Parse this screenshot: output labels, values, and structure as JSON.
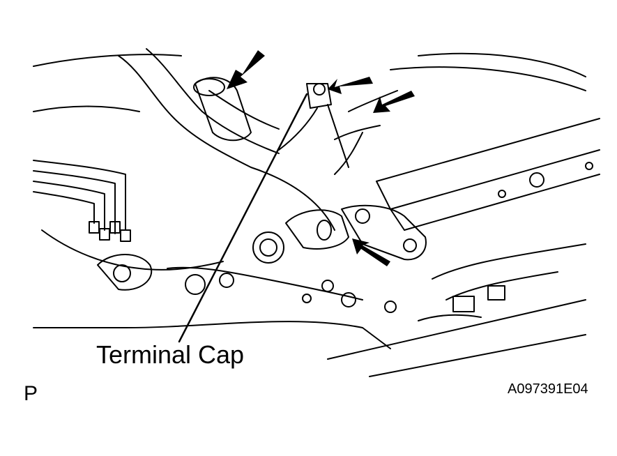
{
  "labels": {
    "callout": "Terminal Cap",
    "corner_mark": "P",
    "figure_id": "A097391E04"
  },
  "colors": {
    "ink": "#000000",
    "background": "#ffffff"
  },
  "icons": {
    "indicator": "arrow-icon"
  }
}
